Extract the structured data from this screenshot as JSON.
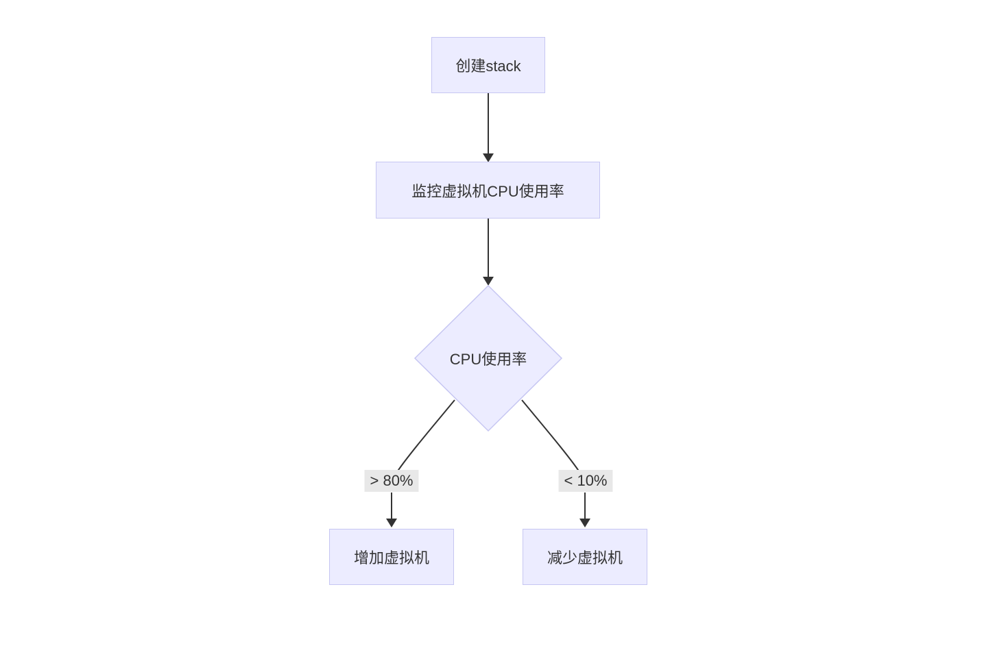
{
  "diagram": {
    "type": "flowchart",
    "direction": "top-down",
    "nodes": [
      {
        "id": "A",
        "shape": "rectangle",
        "label": "创建stack"
      },
      {
        "id": "B",
        "shape": "rectangle",
        "label": "监控虚拟机CPU使用率"
      },
      {
        "id": "C",
        "shape": "diamond",
        "label": "CPU使用率"
      },
      {
        "id": "D",
        "shape": "rectangle",
        "label": "增加虚拟机"
      },
      {
        "id": "E",
        "shape": "rectangle",
        "label": "减少虚拟机"
      }
    ],
    "edges": [
      {
        "from": "A",
        "to": "B",
        "label": ""
      },
      {
        "from": "B",
        "to": "C",
        "label": ""
      },
      {
        "from": "C",
        "to": "D",
        "label": "> 80%"
      },
      {
        "from": "C",
        "to": "E",
        "label": "< 10%"
      }
    ],
    "colors": {
      "background": "#FFFFFF",
      "node_fill": "#ECECFF",
      "node_border": "#C6C6F2",
      "edge_line": "#333333",
      "edge_label_bg": "#E8E8E8",
      "text": "#333333"
    }
  }
}
